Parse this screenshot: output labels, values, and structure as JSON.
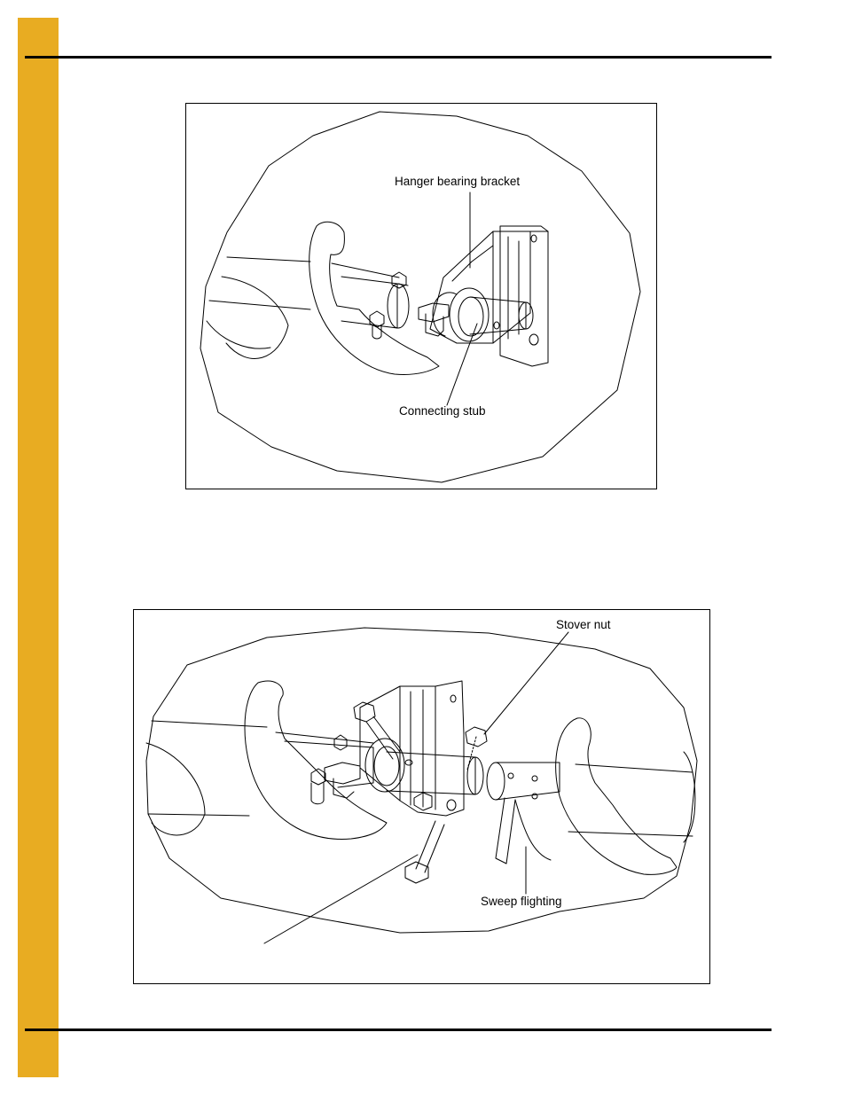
{
  "figures": [
    {
      "callouts": {
        "hanger_bearing_bracket": "Hanger bearing bracket",
        "connecting_stub": "Connecting stub"
      }
    },
    {
      "callouts": {
        "stover_nut": "Stover nut",
        "sweep_flighting": "Sweep flighting"
      }
    }
  ],
  "colors": {
    "side_tab": "#e8ac22",
    "line_art": "#000000"
  }
}
